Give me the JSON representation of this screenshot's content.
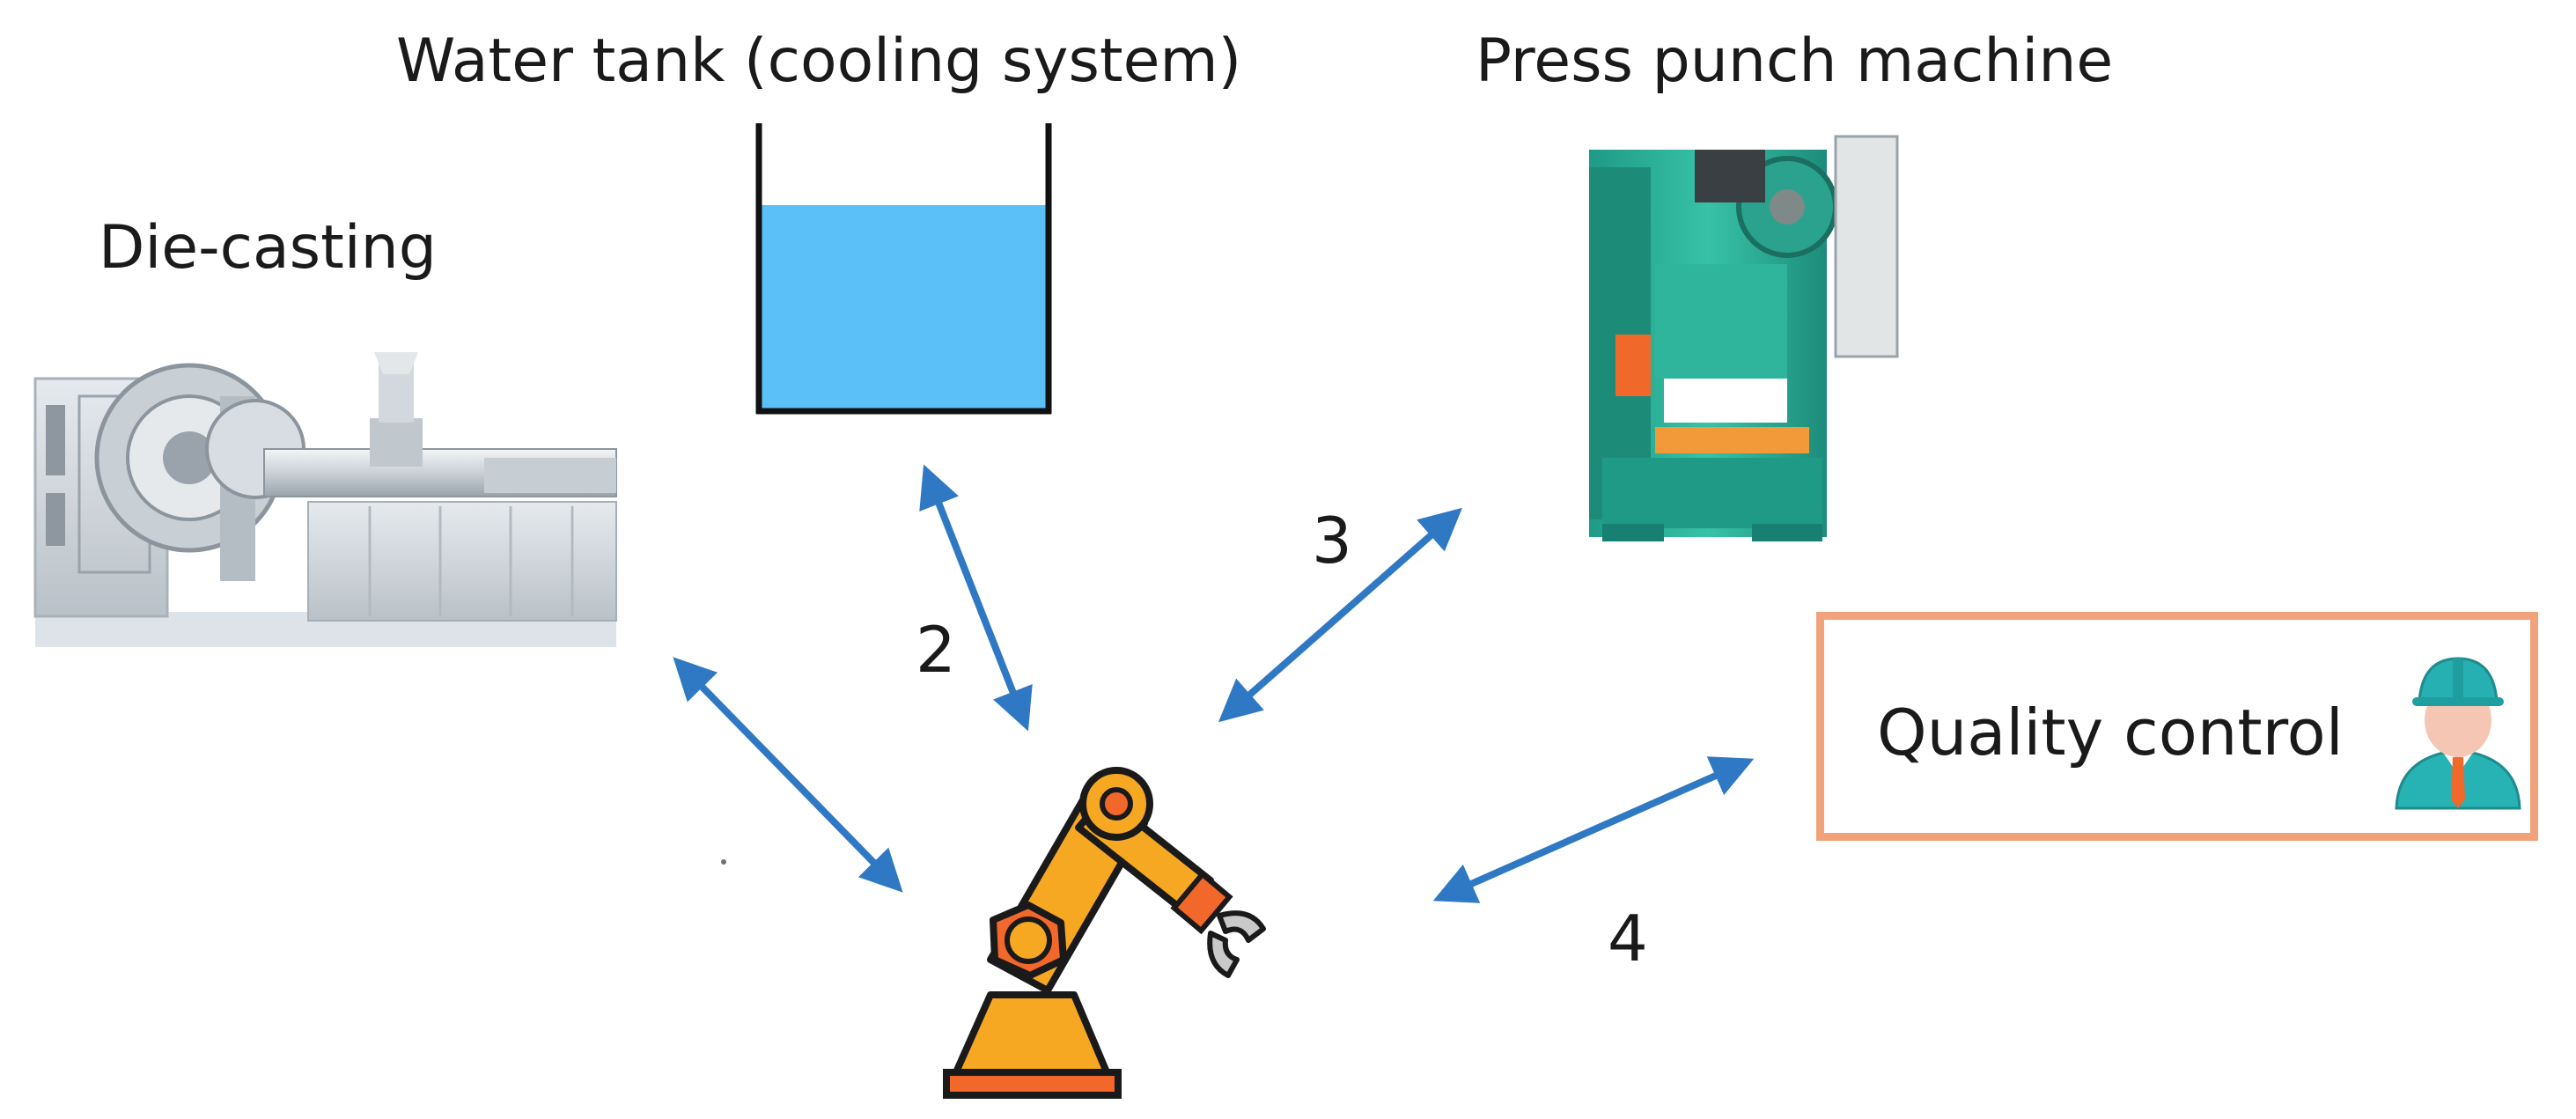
{
  "labels": {
    "die_casting": "Die-casting",
    "water_tank": "Water tank (cooling system)",
    "press_punch": "Press punch machine",
    "quality_control": "Quality control"
  },
  "steps": {
    "step_2": "2",
    "step_3": "3",
    "step_4": "4"
  },
  "colors": {
    "arrow": "#2f78c4",
    "water": "#5bc0f8",
    "qc_border": "#f2a27a",
    "robot_arm": "#f7a823",
    "robot_base": "#f2672a"
  },
  "icons": {
    "die_casting": "die-casting-machine-icon",
    "water_tank": "water-tank-icon",
    "press_punch": "press-punch-machine-icon",
    "robot": "robot-arm-icon",
    "inspector": "worker-icon"
  }
}
